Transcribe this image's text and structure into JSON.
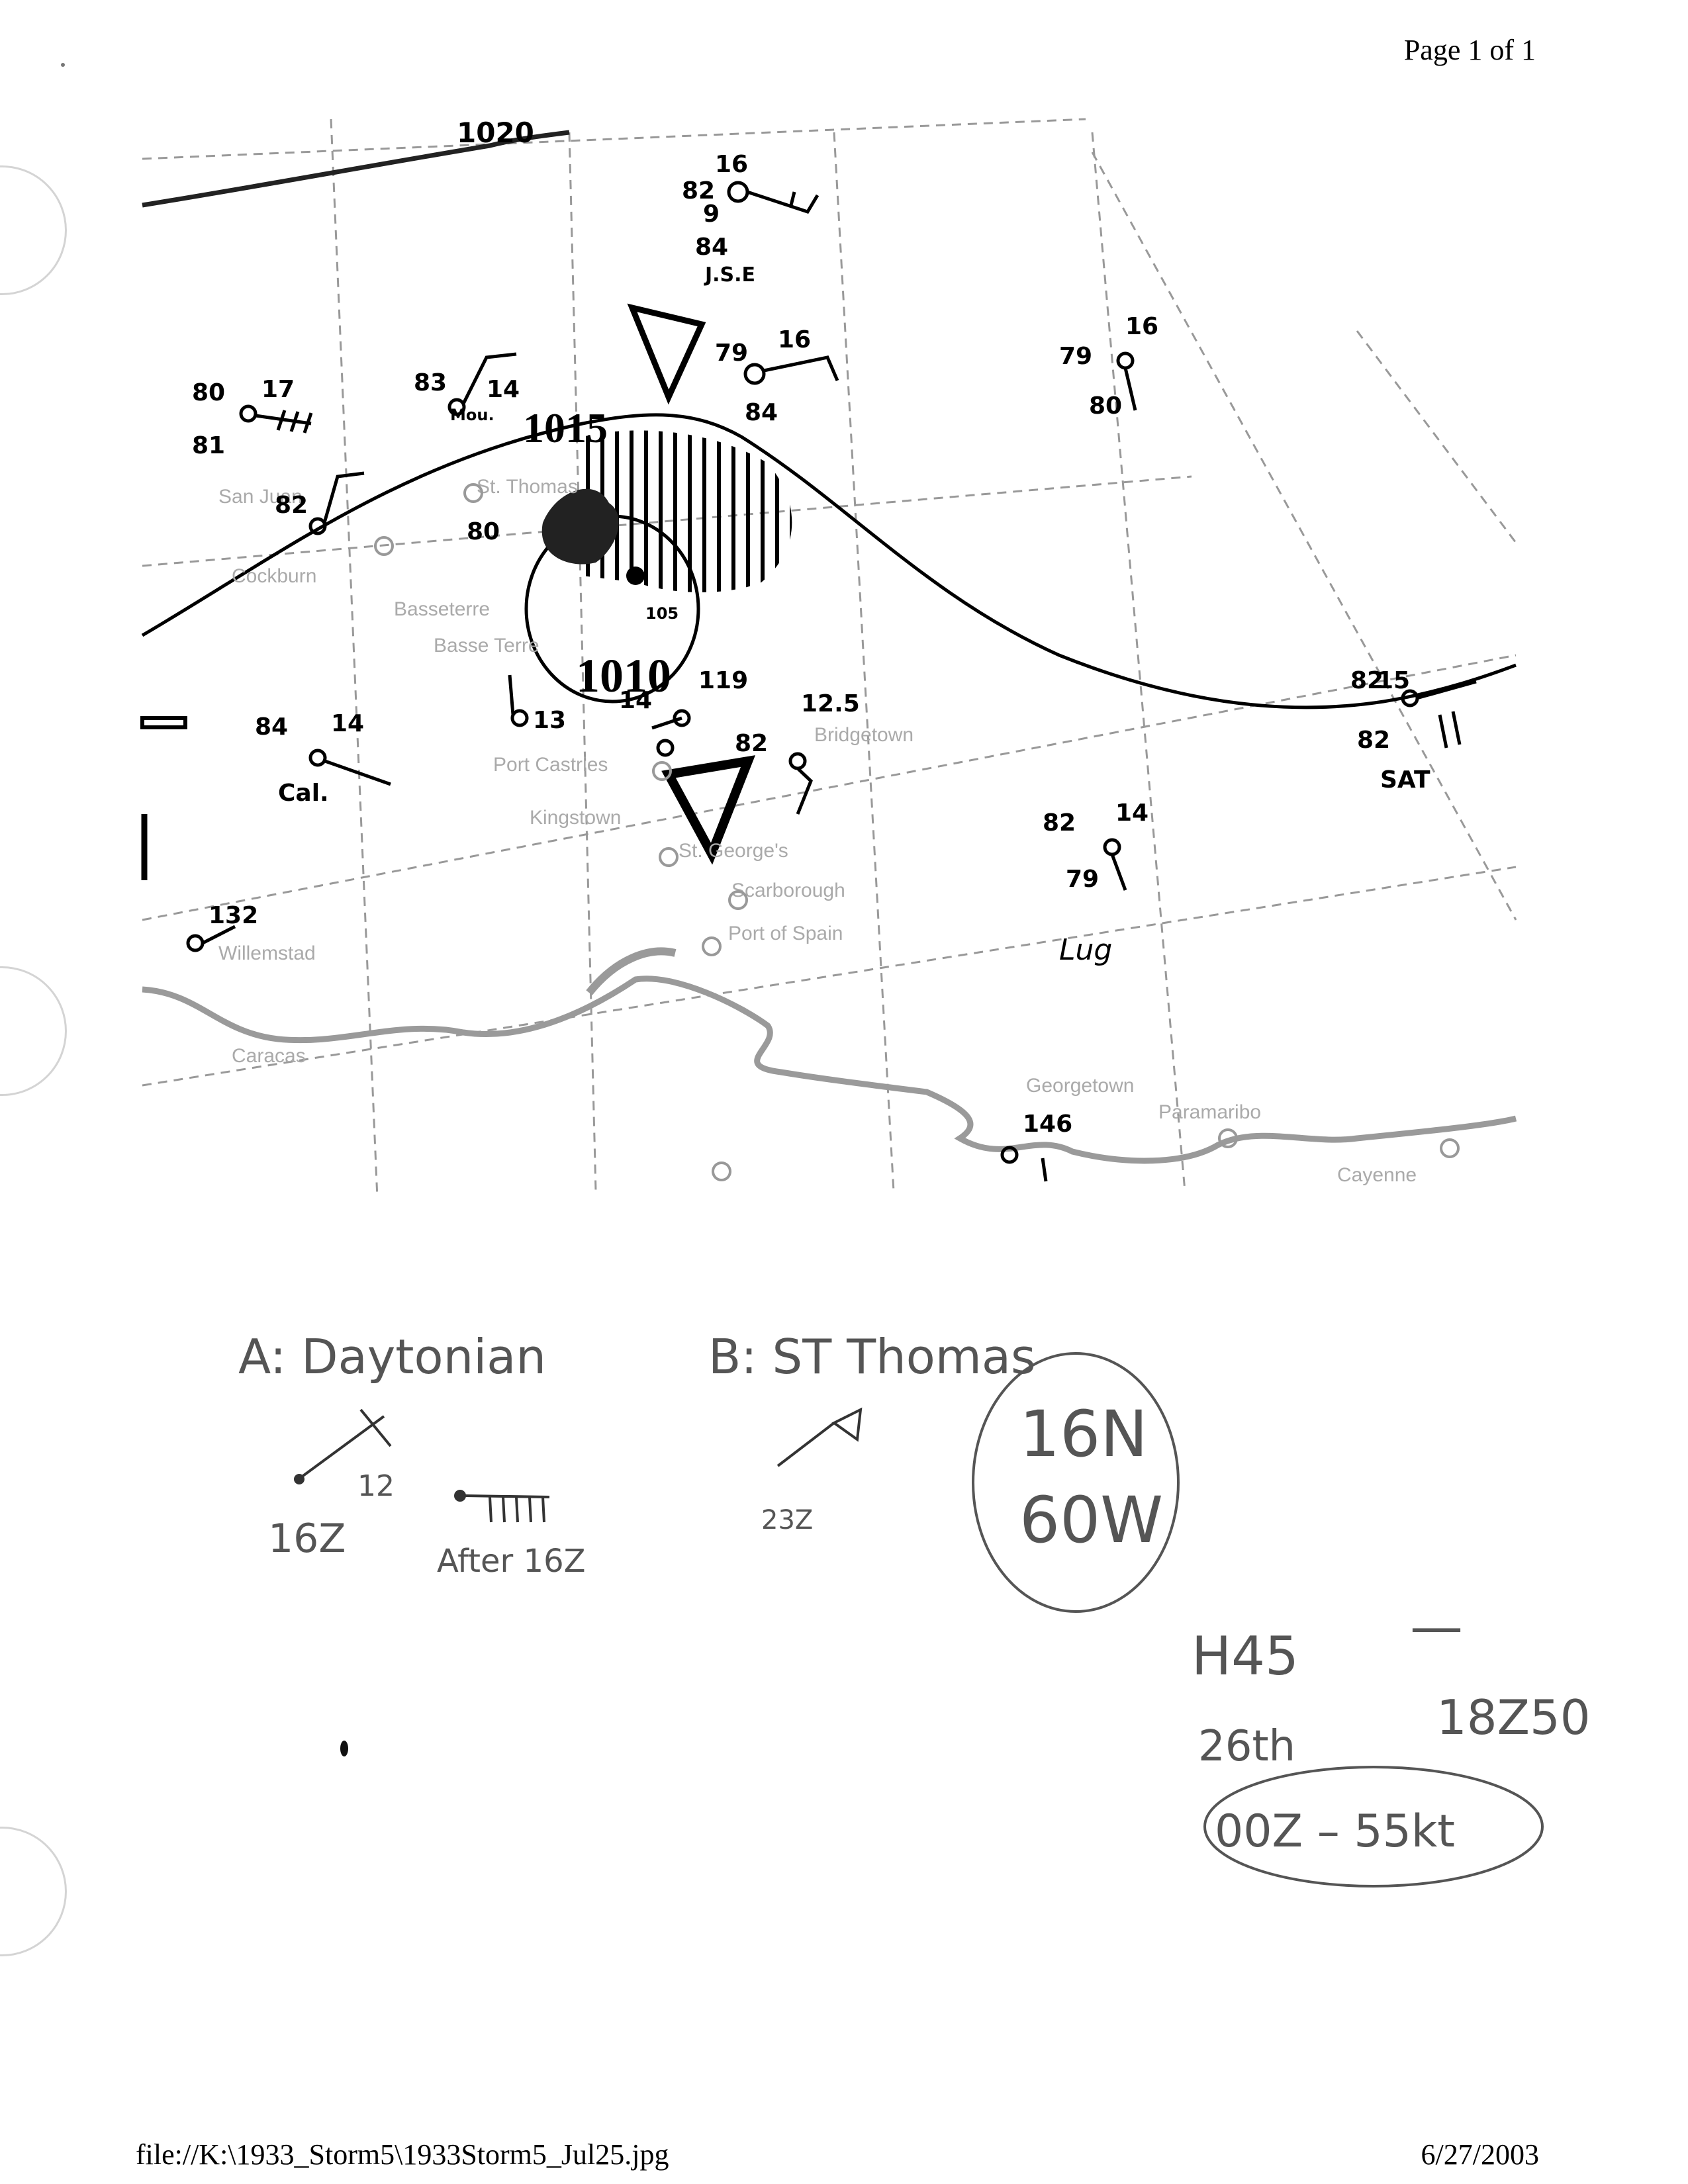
{
  "header": {
    "page_label": "Page 1 of 1"
  },
  "footer": {
    "file_path": "file://K:\\1933_Storm5\\1933Storm5_Jul25.jpg",
    "date": "6/27/2003"
  },
  "map": {
    "isobars": [
      "1015",
      "1010"
    ],
    "places": [
      "San Juan",
      "Cockburn",
      "St. Thomas",
      "Basseterre",
      "Basse Terre",
      "Port Castries",
      "Kingstown",
      "Bridgetown",
      "St. George's",
      "Scarborough",
      "Port of Spain",
      "Willemstad",
      "Caracas",
      "Georgetown",
      "Paramaribo",
      "Cayenne"
    ],
    "handwritten_labels": [
      "Mou.",
      "J.S.E",
      "Cal.",
      "SAT",
      "Lug"
    ],
    "station_numbers": [
      "82",
      "16",
      "84",
      "9",
      "79",
      "16",
      "84",
      "79",
      "16",
      "80",
      "80",
      "17",
      "81",
      "83",
      "14",
      "82",
      "80",
      "84",
      "14",
      "13",
      "14",
      "119",
      "82",
      "12.5",
      "105",
      "82",
      "14",
      "79",
      "82",
      "15",
      "82",
      "132",
      "146"
    ]
  },
  "notes": {
    "a_label": "A: Daytonian",
    "b_label": "B: ST Thomas",
    "a_time": "16Z",
    "a_value": "12",
    "after_label": "After 16Z",
    "b_time": "23Z",
    "position_line1": "16N",
    "position_line2": "60W",
    "h45": "H45",
    "dash": "—",
    "day": "26th",
    "time1": "18Z50",
    "time2": "00Z – 55kt"
  }
}
